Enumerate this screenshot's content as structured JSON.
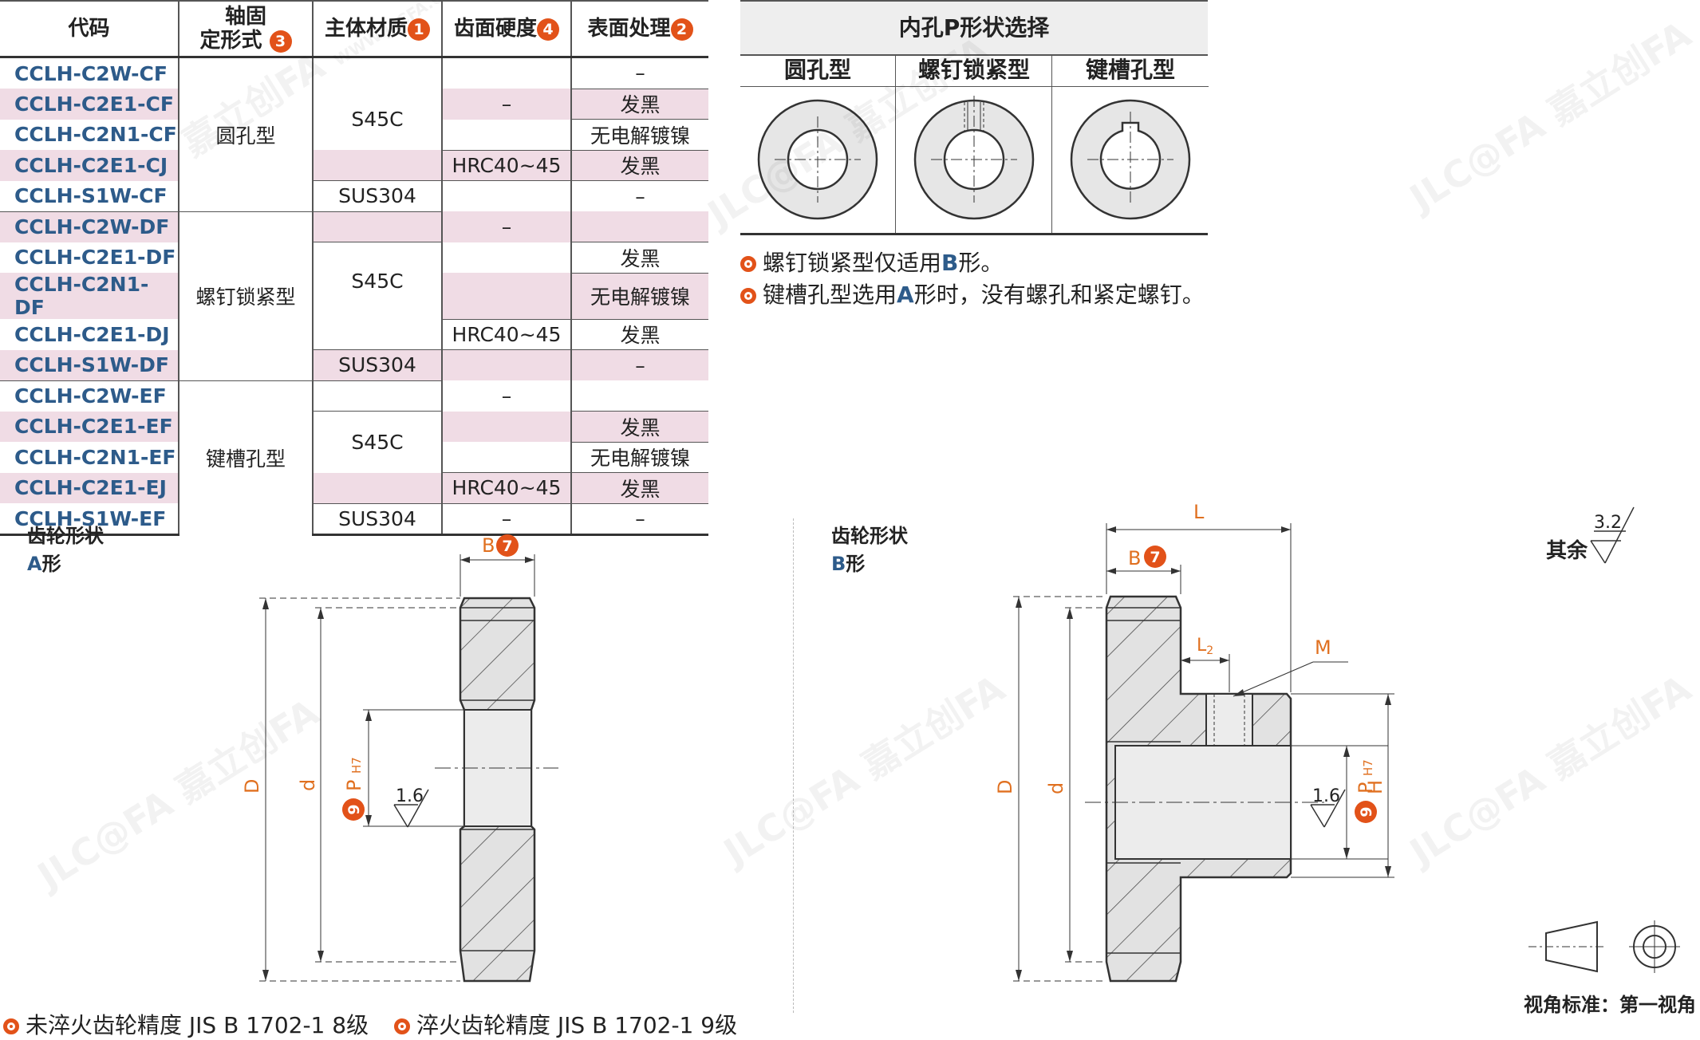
{
  "table": {
    "headers": {
      "code": "代码",
      "shaft_fix_l1": "轴固",
      "shaft_fix_l2": "定形式",
      "shaft_fix_badge": "3",
      "material": "主体材质",
      "material_badge": "1",
      "hardness": "齿面硬度",
      "hardness_badge": "4",
      "surface": "表面处理",
      "surface_badge": "2"
    },
    "codes": [
      "CCLH-C2W-CF",
      "CCLH-C2E1-CF",
      "CCLH-C2N1-CF",
      "CCLH-C2E1-CJ",
      "CCLH-S1W-CF",
      "CCLH-C2W-DF",
      "CCLH-C2E1-DF",
      "CCLH-C2N1-DF",
      "CCLH-C2E1-DJ",
      "CCLH-S1W-DF",
      "CCLH-C2W-EF",
      "CCLH-C2E1-EF",
      "CCLH-C2N1-EF",
      "CCLH-C2E1-EJ",
      "CCLH-S1W-EF"
    ],
    "fix_types": [
      "圆孔型",
      "螺钉锁紧型",
      "键槽孔型"
    ],
    "material_s45c": "S45C",
    "material_sus": "SUS304",
    "hardness_none": "–",
    "hardness_hrc": "HRC40~45",
    "surface_none": "–",
    "surface_black": "发黑",
    "surface_nickel": "无电解镀镍"
  },
  "bore": {
    "title": "内孔P形状选择",
    "types": [
      "圆孔型",
      "螺钉锁紧型",
      "键槽孔型"
    ],
    "notes": [
      {
        "pre": "螺钉锁紧型仅适用",
        "hl": "B",
        "post": "形。"
      },
      {
        "pre": "键槽孔型选用",
        "hl": "A",
        "post": "形时，没有螺孔和紧定螺钉。"
      }
    ]
  },
  "gear_a": {
    "title": "齿轮形状",
    "shape_letter": "A",
    "shape_suffix": "形"
  },
  "gear_b": {
    "title": "齿轮形状",
    "shape_letter": "B",
    "shape_suffix": "形"
  },
  "dims": {
    "B": "B",
    "B_badge": "7",
    "D": "D",
    "d": "d",
    "P": "P",
    "P_tol": "H7",
    "P_badge": "9",
    "L": "L",
    "L2": "L",
    "L2_sub": "2",
    "M": "M",
    "H": "H",
    "rough_bore": "1.6"
  },
  "surface_rest": {
    "label": "其余",
    "value": "3.2"
  },
  "projection": {
    "label": "视角标准：第一视角"
  },
  "accuracy": [
    {
      "text": "未淬火齿轮精度 JIS B 1702-1 8级"
    },
    {
      "text": "淬火齿轮精度 JIS B 1702-1 9级"
    }
  ],
  "watermark": {
    "logo": "JLC@FA",
    "cn": "嘉立创FA",
    "url": "WWW.JLCFA.COM"
  },
  "colors": {
    "accent": "#e25219",
    "code_blue": "#2d5b8a",
    "row_pink": "#f0dce5",
    "dim_orange": "#e07020"
  }
}
